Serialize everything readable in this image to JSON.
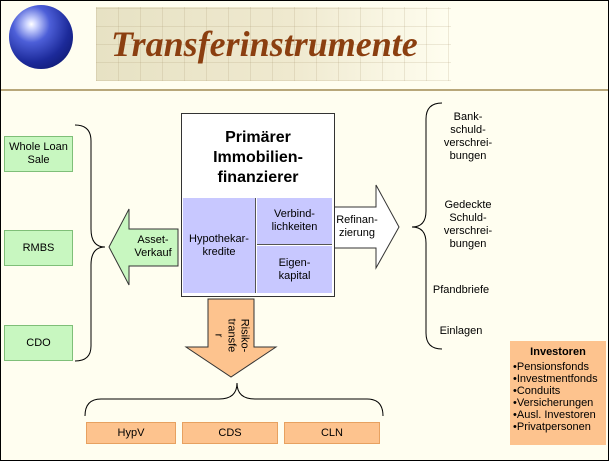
{
  "title": "Transferinstrumente",
  "left_boxes": [
    "Whole Loan Sale",
    "RMBS",
    "CDO"
  ],
  "asset_arrow_label": "Asset-Verkauf",
  "central": {
    "title": "Primärer Immobilien-finanzierer",
    "assets": "Hypothekar-kredite",
    "liabilities": "Verbind-lichkeiten",
    "equity": "Eigen-kapital"
  },
  "refinance_arrow_label": "Refinan-zierung",
  "risk_arrow_label": "Risiko-transfer",
  "right_list": [
    "Bank-schuld-verschrei-bungen",
    "Gedeckte Schuld-verschrei-bungen",
    "Pfandbriefe",
    "Einlagen"
  ],
  "bottom_boxes": [
    "HypV",
    "CDS",
    "CLN"
  ],
  "investors": {
    "title": "Investoren",
    "items": [
      "Pensionsfonds",
      "Investmentfonds",
      "Conduits",
      "Versicherungen",
      "Ausl. Investoren",
      "Privatpersonen"
    ]
  },
  "colors": {
    "title": "#8b3f10",
    "green_box": "#c8f7c0",
    "orange": "#fdc38e",
    "lavender": "#c8c8ff"
  }
}
